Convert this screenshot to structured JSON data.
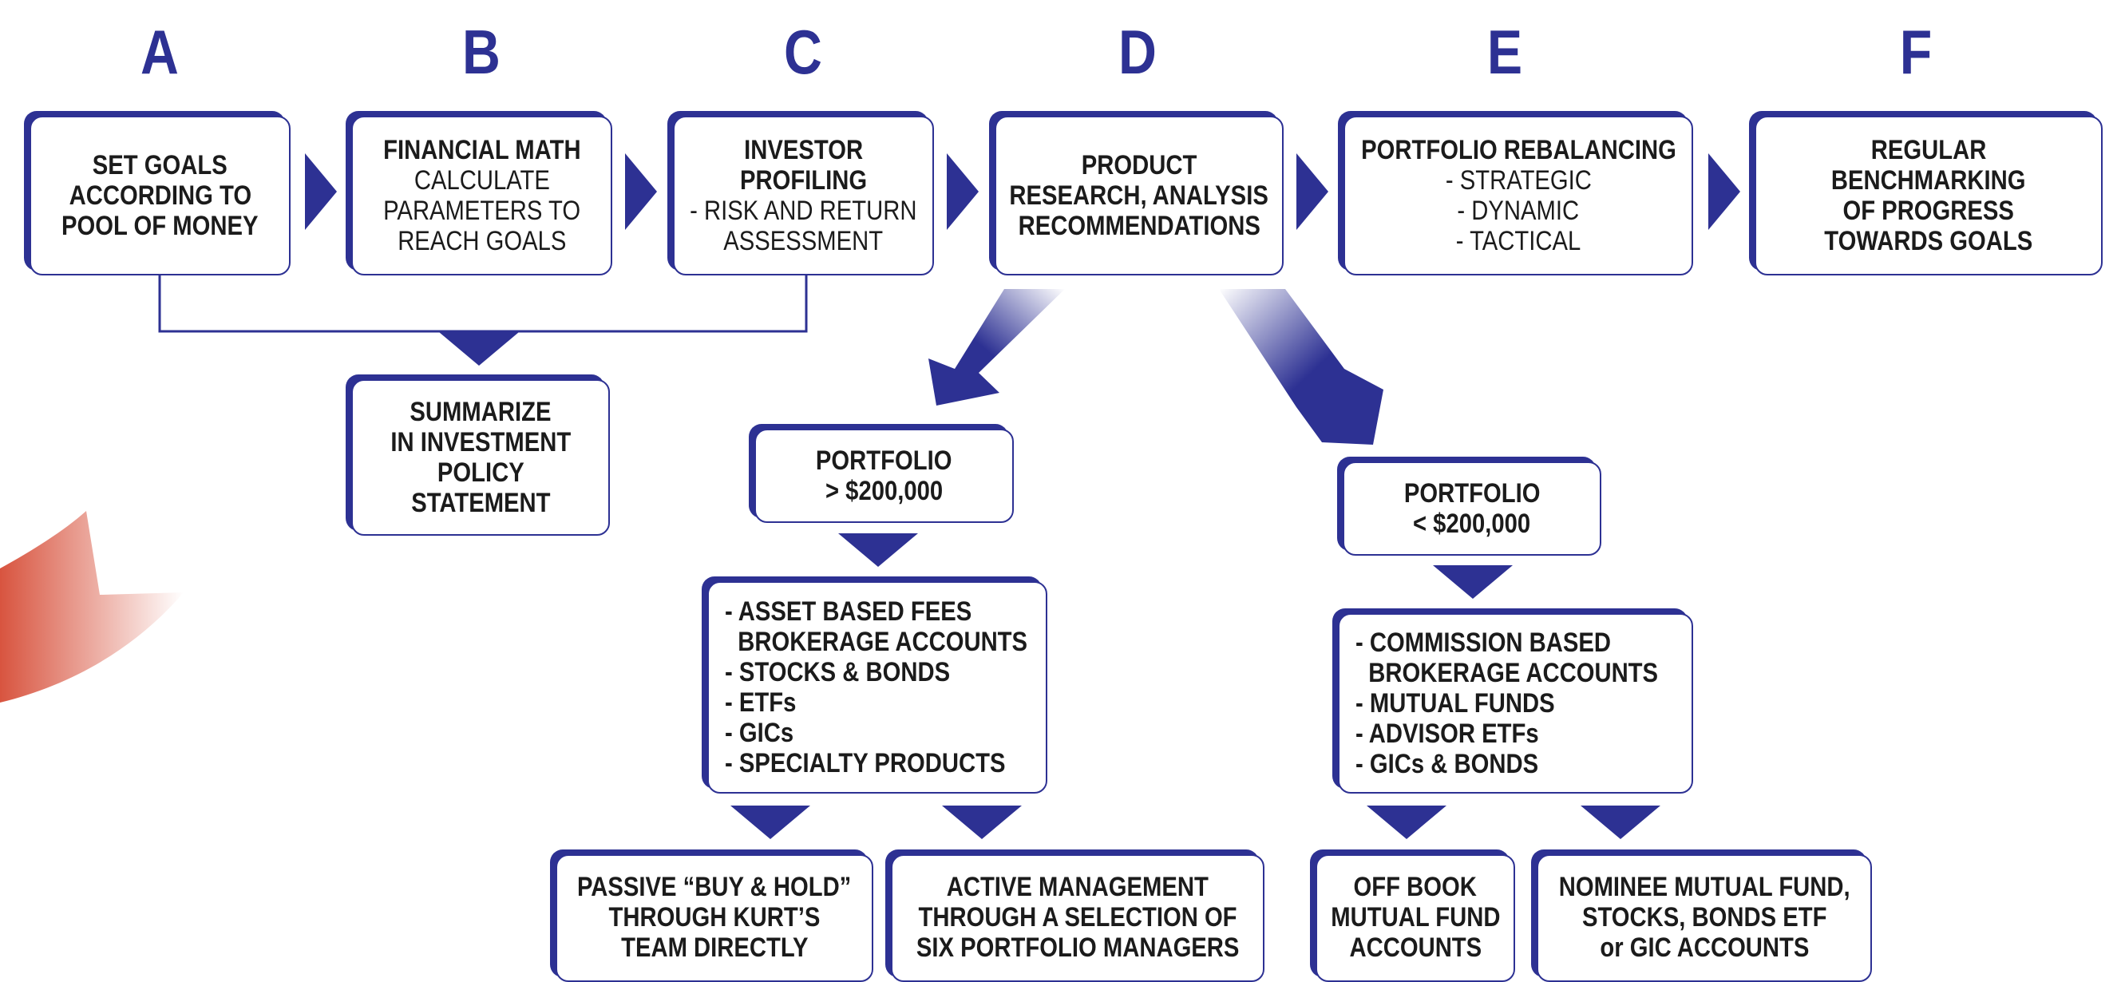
{
  "colors": {
    "primary": "#2d3193",
    "accent": "#d8543f",
    "text": "#1b1b1b"
  },
  "steps": [
    {
      "letter": "A",
      "lines": [
        {
          "t": "SET GOALS",
          "b": true
        },
        {
          "t": "ACCORDING TO",
          "b": true
        },
        {
          "t": "POOL OF MONEY",
          "b": true
        }
      ]
    },
    {
      "letter": "B",
      "lines": [
        {
          "t": "FINANCIAL MATH",
          "b": true
        },
        {
          "t": "CALCULATE",
          "b": false
        },
        {
          "t": "PARAMETERS TO",
          "b": false
        },
        {
          "t": "REACH GOALS",
          "b": false
        }
      ]
    },
    {
      "letter": "C",
      "lines": [
        {
          "t": "INVESTOR",
          "b": true
        },
        {
          "t": "PROFILING",
          "b": true
        },
        {
          "t": "- RISK AND RETURN",
          "b": false
        },
        {
          "t": "ASSESSMENT",
          "b": false
        }
      ]
    },
    {
      "letter": "D",
      "lines": [
        {
          "t": "PRODUCT",
          "b": true
        },
        {
          "t": "RESEARCH, ANALYSIS",
          "b": true
        },
        {
          "t": "RECOMMENDATIONS",
          "b": true
        }
      ]
    },
    {
      "letter": "E",
      "lines": [
        {
          "t": "PORTFOLIO REBALANCING",
          "b": true
        },
        {
          "t": "- STRATEGIC",
          "b": false
        },
        {
          "t": "- DYNAMIC",
          "b": false
        },
        {
          "t": "- TACTICAL",
          "b": false
        }
      ]
    },
    {
      "letter": "F",
      "lines": [
        {
          "t": "REGULAR",
          "b": true
        },
        {
          "t": "BENCHMARKING",
          "b": true
        },
        {
          "t": "OF PROGRESS",
          "b": true
        },
        {
          "t": "TOWARDS GOALS",
          "b": true
        }
      ]
    }
  ],
  "summary": {
    "lines": [
      {
        "t": "SUMMARIZE",
        "b": true
      },
      {
        "t": "IN INVESTMENT",
        "b": true
      },
      {
        "t": "POLICY",
        "b": true
      },
      {
        "t": "STATEMENT",
        "b": true
      }
    ]
  },
  "branches": [
    {
      "portfolio": {
        "lines": [
          {
            "t": "PORTFOLIO",
            "b": true
          },
          {
            "t": "> $200,000",
            "b": true
          }
        ]
      },
      "products": {
        "lines": [
          {
            "t": "- ASSET BASED FEES",
            "b": true
          },
          {
            "t": "  BROKERAGE ACCOUNTS",
            "b": true
          },
          {
            "t": "- STOCKS & BONDS",
            "b": true
          },
          {
            "t": "- ETFs",
            "b": true
          },
          {
            "t": "- GICs",
            "b": true
          },
          {
            "t": "- SPECIALTY PRODUCTS",
            "b": true
          }
        ]
      },
      "outcomes": [
        {
          "lines": [
            {
              "t": "PASSIVE “BUY & HOLD”",
              "b": true
            },
            {
              "t": "THROUGH KURT’S",
              "b": true
            },
            {
              "t": "TEAM DIRECTLY",
              "b": true
            }
          ]
        },
        {
          "lines": [
            {
              "t": "ACTIVE MANAGEMENT",
              "b": true
            },
            {
              "t": "THROUGH A SELECTION OF",
              "b": true
            },
            {
              "t": "SIX PORTFOLIO MANAGERS",
              "b": true
            }
          ]
        }
      ]
    },
    {
      "portfolio": {
        "lines": [
          {
            "t": "PORTFOLIO",
            "b": true
          },
          {
            "t": "< $200,000",
            "b": true
          }
        ]
      },
      "products": {
        "lines": [
          {
            "t": "- COMMISSION BASED",
            "b": true
          },
          {
            "t": "  BROKERAGE ACCOUNTS",
            "b": true
          },
          {
            "t": "- MUTUAL FUNDS",
            "b": true
          },
          {
            "t": "- ADVISOR ETFs",
            "b": true
          },
          {
            "t": "- GICs & BONDS",
            "b": true
          }
        ]
      },
      "outcomes": [
        {
          "lines": [
            {
              "t": "OFF BOOK",
              "b": true
            },
            {
              "t": "MUTUAL FUND",
              "b": true
            },
            {
              "t": "ACCOUNTS",
              "b": true
            }
          ]
        },
        {
          "lines": [
            {
              "t": "NOMINEE MUTUAL FUND,",
              "b": true
            },
            {
              "t": "STOCKS, BONDS ETF",
              "b": true
            },
            {
              "t": "or GIC ACCOUNTS",
              "b": true
            }
          ]
        }
      ]
    }
  ]
}
